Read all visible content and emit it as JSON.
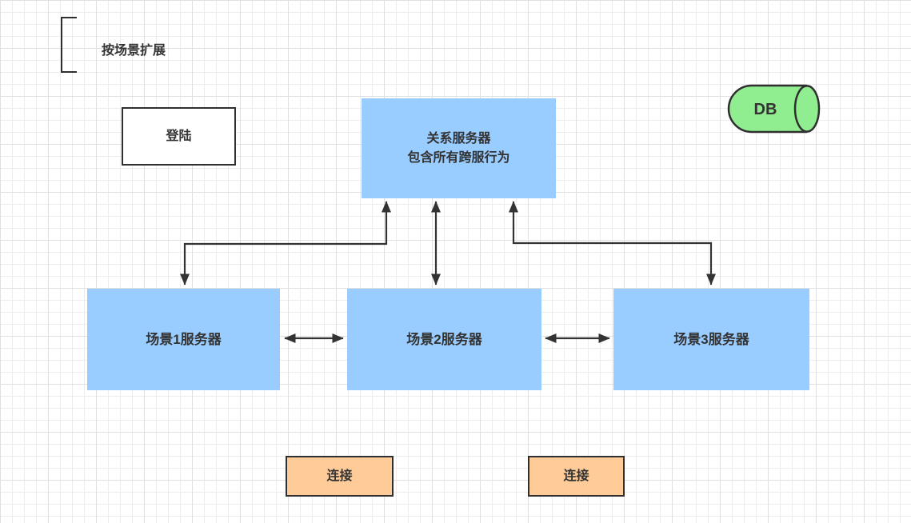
{
  "diagram": {
    "annotation": {
      "label": "按场景扩展"
    },
    "nodes": {
      "login": {
        "label": "登陆"
      },
      "relation": {
        "label_line1": "关系服务器",
        "label_line2": "包含所有跨服行为"
      },
      "db": {
        "label": "DB"
      },
      "scene1": {
        "label": "场景1服务器"
      },
      "scene2": {
        "label": "场景2服务器"
      },
      "scene3": {
        "label": "场景3服务器"
      },
      "connect1": {
        "label": "连接"
      },
      "connect2": {
        "label": "连接"
      }
    },
    "connectors": [
      {
        "from": "relation",
        "to": "scene1",
        "shape": "elbow",
        "bidirectional": true
      },
      {
        "from": "relation",
        "to": "scene2",
        "shape": "straight",
        "bidirectional": true
      },
      {
        "from": "relation",
        "to": "scene3",
        "shape": "elbow",
        "bidirectional": true
      },
      {
        "from": "scene1",
        "to": "scene2",
        "shape": "straight",
        "bidirectional": true
      },
      {
        "from": "scene2",
        "to": "scene3",
        "shape": "straight",
        "bidirectional": true
      }
    ],
    "colors": {
      "node_blue": "#99ccff",
      "node_green": "#90ee90",
      "node_orange": "#ffcc99",
      "node_white": "#ffffff",
      "stroke": "#333333",
      "grid_minor": "#ededed",
      "grid_major": "#e0e0e0",
      "background": "#ffffff"
    }
  }
}
